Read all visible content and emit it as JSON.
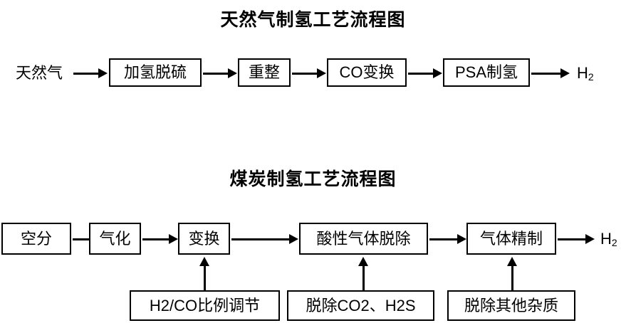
{
  "diagram": {
    "background_color": "#ffffff",
    "line_color": "#000000",
    "sections": [
      {
        "id": "natural-gas",
        "title": "天然气制氢工艺流程图",
        "input_label": "天然气",
        "output_label": "H",
        "output_subscript": "2",
        "nodes": [
          {
            "id": "hydrodesulfurization",
            "label": "加氢脱硫"
          },
          {
            "id": "reforming",
            "label": "重整"
          },
          {
            "id": "co-shift",
            "label": "CO变换"
          },
          {
            "id": "psa-hydrogen",
            "label": "PSA制氢"
          }
        ]
      },
      {
        "id": "coal",
        "title": "煤炭制氢工艺流程图",
        "output_label": "H",
        "output_subscript": "2",
        "nodes": [
          {
            "id": "air-separation",
            "label": "空分"
          },
          {
            "id": "gasification",
            "label": "气化"
          },
          {
            "id": "shift-conversion",
            "label": "变换"
          },
          {
            "id": "acid-gas-removal",
            "label": "酸性气体脱除"
          },
          {
            "id": "gas-purification",
            "label": "气体精制"
          }
        ],
        "sub_nodes": [
          {
            "id": "h2-co-ratio",
            "label": "H2/CO比例调节",
            "parent": "shift-conversion"
          },
          {
            "id": "remove-co2-h2s",
            "label": "脱除CO2、H2S",
            "parent": "acid-gas-removal"
          },
          {
            "id": "remove-other-impurities",
            "label": "脱除其他杂质",
            "parent": "gas-purification"
          }
        ]
      }
    ]
  }
}
